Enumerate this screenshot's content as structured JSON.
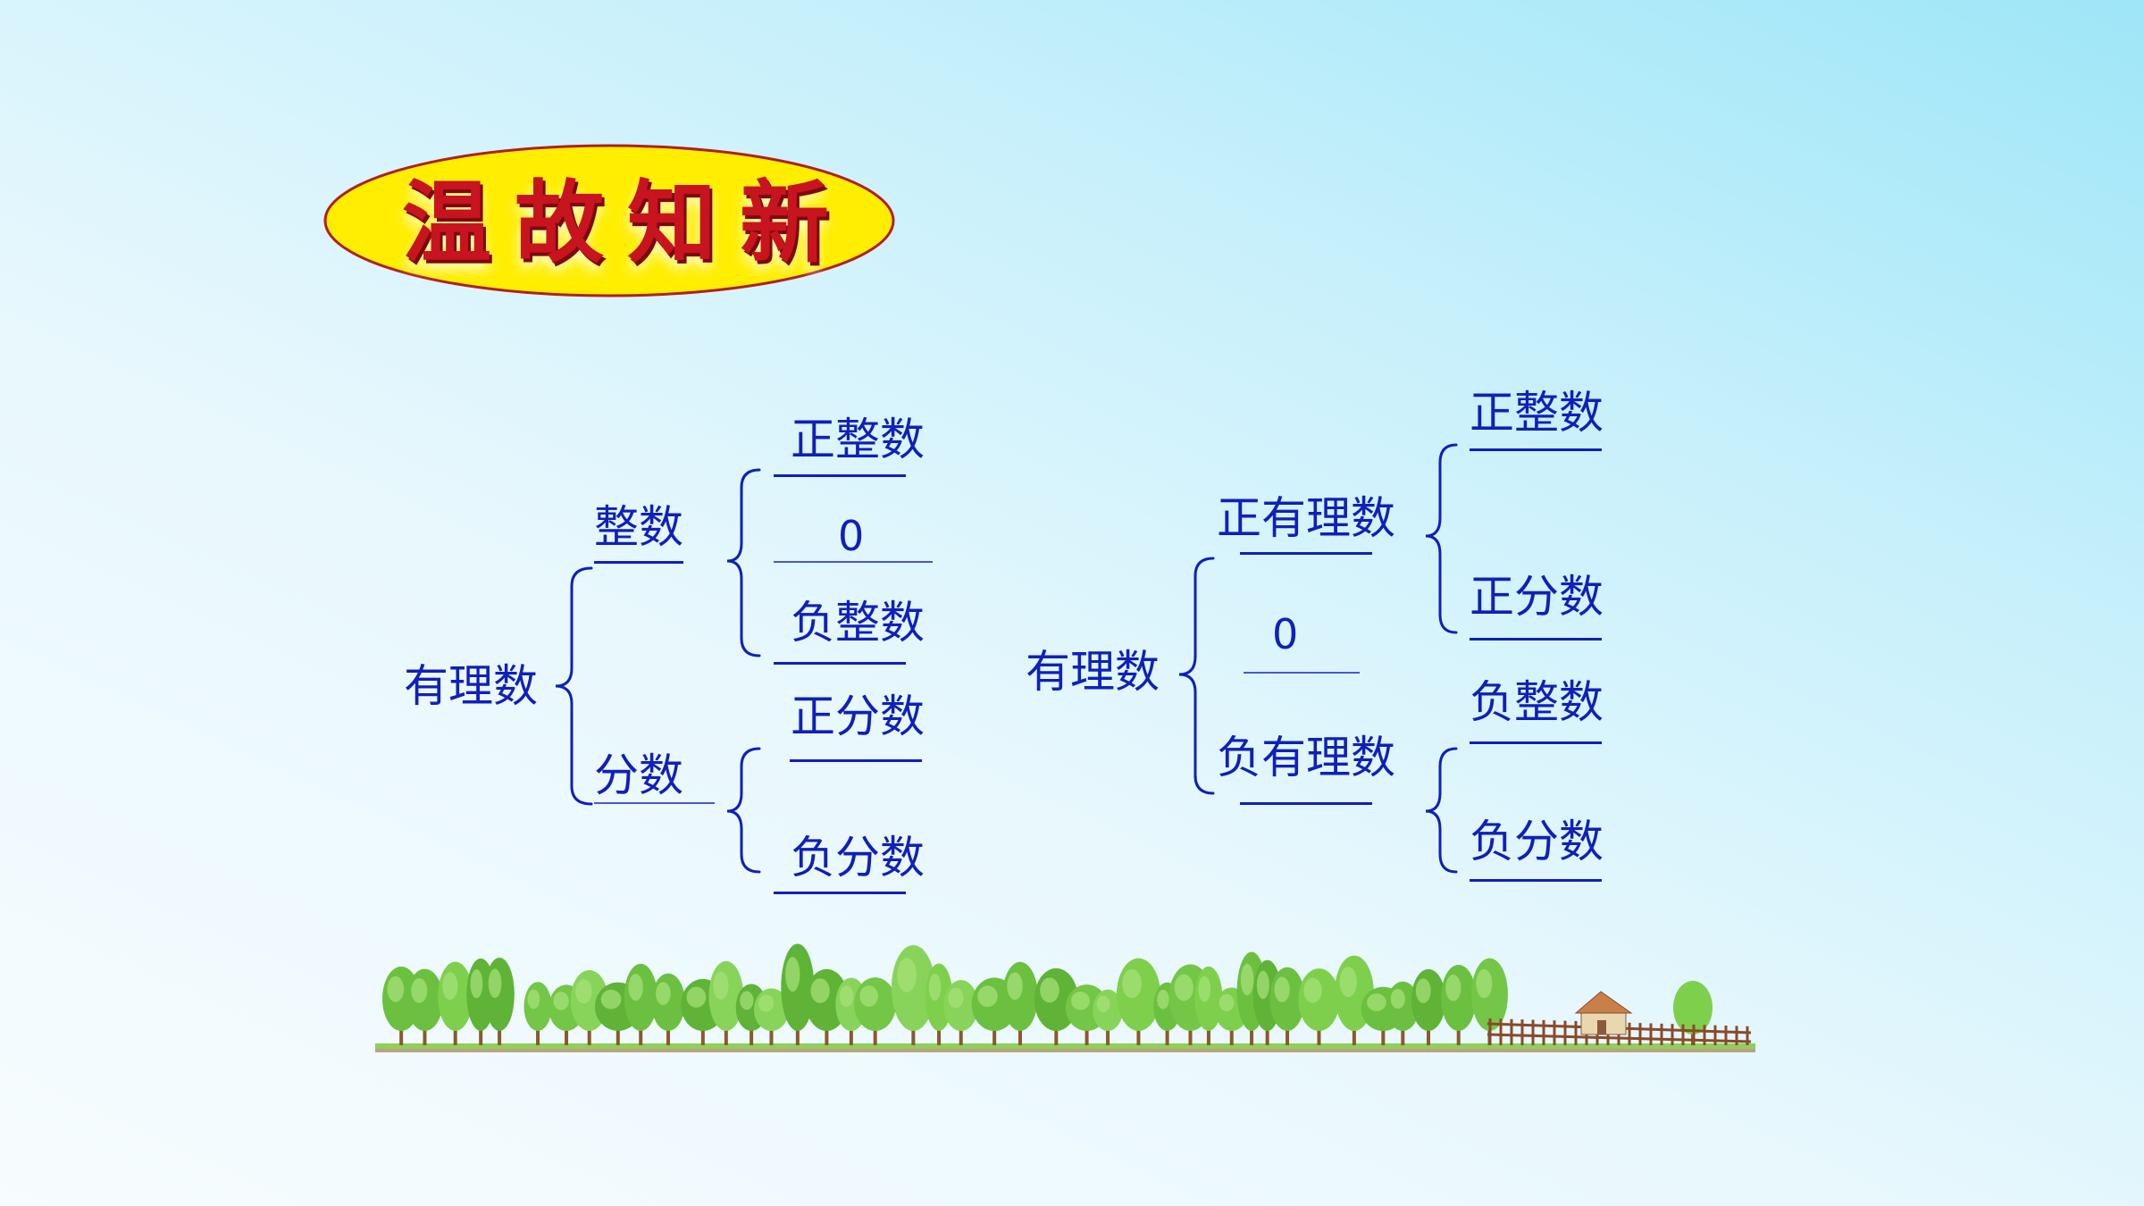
{
  "title": "温故知新",
  "colors": {
    "title_text": "#c8141e",
    "badge_fill": "#ffee00",
    "badge_stroke": "#b02020",
    "diagram_text": "#1020b8"
  },
  "left_tree": {
    "root": "有理数",
    "integer": {
      "label": "整数",
      "children": [
        "正整数",
        "0",
        "负整数"
      ]
    },
    "fraction": {
      "label": "分数",
      "children": [
        "正分数",
        "负分数"
      ]
    }
  },
  "right_tree": {
    "root": "有理数",
    "positive": {
      "label": "正有理数",
      "children": [
        "正整数",
        "正分数"
      ]
    },
    "zero": "0",
    "negative": {
      "label": "负有理数",
      "children": [
        "负整数",
        "负分数"
      ]
    }
  },
  "scenery": [
    "tree-icon",
    "house-icon",
    "fence-icon"
  ]
}
